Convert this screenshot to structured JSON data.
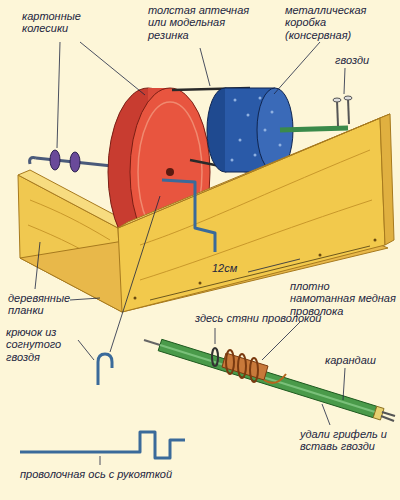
{
  "diagram": {
    "labels": [
      "картонные колесики",
      "толстая аптечная или модельная резинка",
      "металлическая коробка (консервная)",
      "гвозди",
      "12см",
      "деревянные планки",
      "крючок из согнутого гвоздя",
      "здесь стяни проволокой",
      "плотно намотанная медная проволока",
      "карандаш",
      "удали грифель и вставь гвозди",
      "проволочная ось с рукояткой"
    ]
  }
}
